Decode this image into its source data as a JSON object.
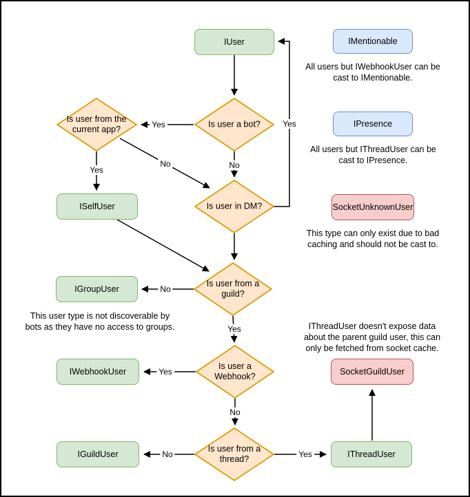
{
  "colors": {
    "green_fill": "#d5e8d4",
    "green_stroke": "#82b366",
    "blue_fill": "#dae8fc",
    "blue_stroke": "#6c8ebf",
    "red_fill": "#f8cecc",
    "red_stroke": "#b85450",
    "orange_fill": "#ffe6cc",
    "orange_stroke": "#d79b00",
    "edge": "#000000"
  },
  "labels": {
    "yes": "Yes",
    "no": "No"
  },
  "nodes": {
    "iuser": "IUser",
    "imentionable": "IMentionable",
    "ipresence": "IPresence",
    "socketunknownuser": "SocketUnknownUser",
    "iselfuser": "ISelfUser",
    "igroupuser": "IGroupUser",
    "iwebhookuser": "IWebhookUser",
    "iguilduser": "IGuildUser",
    "ithreaduser": "IThreadUser",
    "socketguilduser": "SocketGuildUser"
  },
  "decisions": {
    "is_bot": "Is user a bot?",
    "from_current_app": "Is user from the current app?",
    "in_dm": "Is user in DM?",
    "from_guild": "Is user from a guild?",
    "is_webhook": "Is user a Webhook?",
    "from_thread": "Is user from a thread?"
  },
  "notes": {
    "imentionable": "All users but IWebhookUser can be cast to IMentionable.",
    "ipresence": "All users but IThreadUser can be cast to IPresence.",
    "socketunknownuser": "This type can only exist due to bad caching and should not be cast to.",
    "igroupuser": "This user type is not discoverable by bots as they have no access to groups.",
    "ithreaduser": "IThreadUser doesn't expose data about the parent guild user, this can only be fetched from socket cache."
  }
}
